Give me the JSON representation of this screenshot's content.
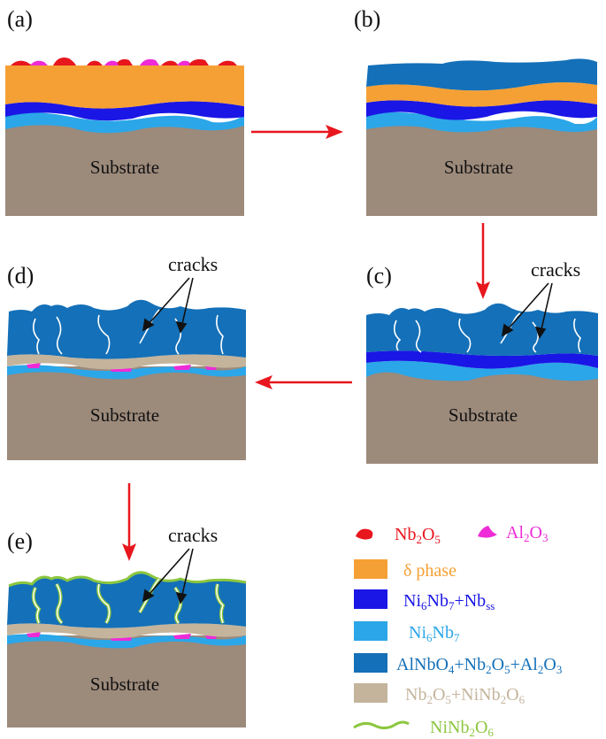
{
  "colors": {
    "substrate": "#9c8a7b",
    "delta": "#f5a034",
    "ni6nb7_nbss": "#1a16e6",
    "ni6nb7": "#2ba6e8",
    "alnbo4": "#1470b8",
    "nb2o5_ninb2o6": "#c4b49c",
    "nb2o5": "#e8161d",
    "al2o3": "#ee2bd6",
    "ninb2o6": "#8cc63f",
    "arrow": "#e8161d",
    "crack": "#ffffff"
  },
  "panels": [
    {
      "id": "a",
      "label": "(a)",
      "substrate": "Substrate"
    },
    {
      "id": "b",
      "label": "(b)",
      "substrate": "Substrate"
    },
    {
      "id": "c",
      "label": "(c)",
      "substrate": "Substrate",
      "annotation": "cracks"
    },
    {
      "id": "d",
      "label": "(d)",
      "substrate": "Substrate",
      "annotation": "cracks"
    },
    {
      "id": "e",
      "label": "(e)",
      "substrate": "Substrate",
      "annotation": "cracks"
    }
  ],
  "legend": {
    "nb2o5": {
      "pre": "Nb",
      "s1": "2",
      "mid": "O",
      "s2": "5"
    },
    "al2o3": {
      "pre": "Al",
      "s1": "2",
      "mid": "O",
      "s2": "3"
    },
    "delta": "δ phase",
    "ni6nb7_nbss": {
      "a": "Ni",
      "b": "6",
      "c": "Nb",
      "d": "7",
      "e": "+Nb",
      "f": "ss"
    },
    "ni6nb7": {
      "a": "Ni",
      "b": "6",
      "c": "Nb",
      "d": "7"
    },
    "alnbo4": {
      "a": "AlNbO",
      "b": "4",
      "c": "+Nb",
      "d": "2",
      "e": "O",
      "f": "5",
      "g": "+Al",
      "h": "2",
      "i": "O",
      "j": "3"
    },
    "nb2o5_ninb2o6": {
      "a": "Nb",
      "b": "2",
      "c": "O",
      "d": "5",
      "e": "+NiNb",
      "f": "2",
      "g": "O",
      "h": "6"
    },
    "ninb2o6": {
      "a": "NiNb",
      "b": "2",
      "c": "O",
      "d": "6"
    }
  }
}
